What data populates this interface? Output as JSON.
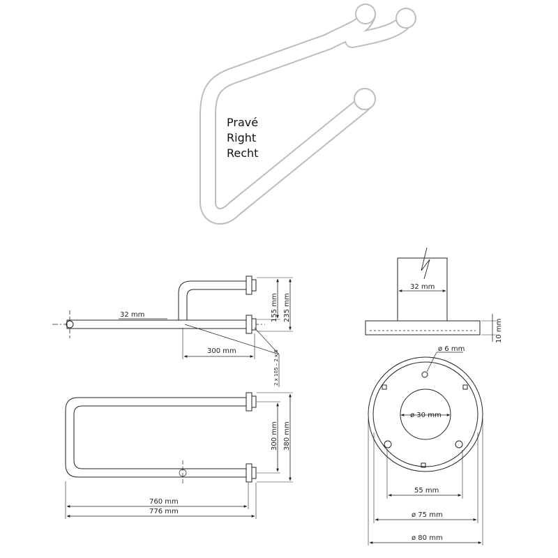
{
  "product_labels": {
    "line1": "Pravé",
    "line2": "Right",
    "line3": "Recht"
  },
  "side_view": {
    "tube_diameter": "32 mm",
    "height_155": "155 mm",
    "height_235": "235 mm",
    "depth_300": "300 mm",
    "screws": "2 x 105 – 2 x 8"
  },
  "top_view": {
    "span_300": "300 mm",
    "span_380": "380 mm",
    "length_760": "760 mm",
    "length_776": "776 mm"
  },
  "flange_section": {
    "tube_diameter": "32 mm",
    "thickness": "10 mm"
  },
  "flange_plan": {
    "hole": "ø 6 mm",
    "inner": "ø 30 mm",
    "hole_spacing": "55 mm",
    "cover": "ø 75 mm",
    "outer": "ø 80 mm"
  }
}
